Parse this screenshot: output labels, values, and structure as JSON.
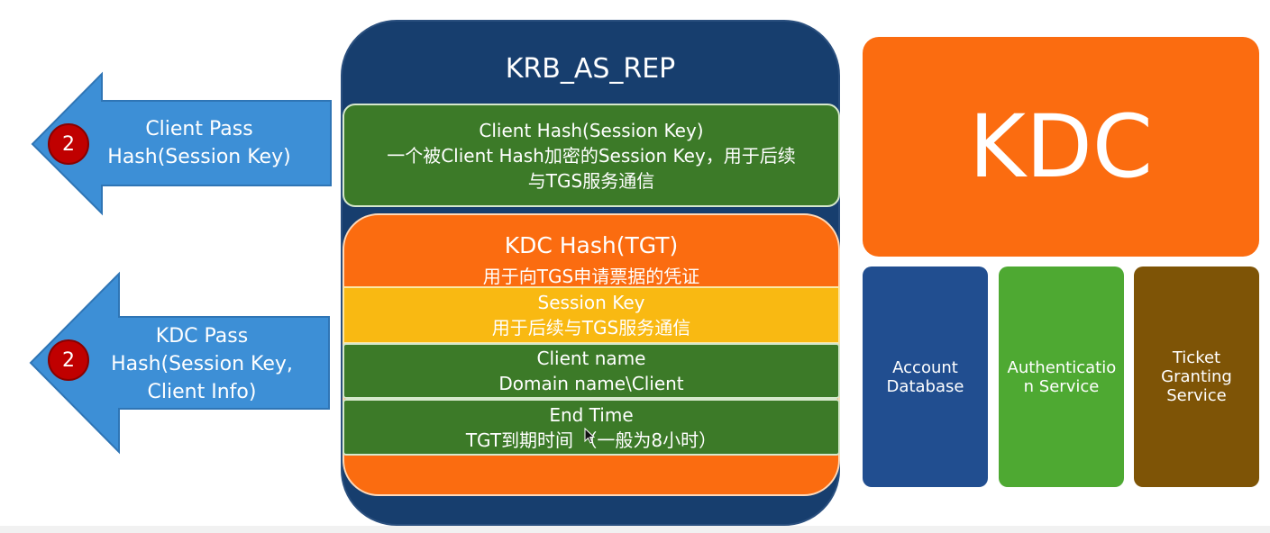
{
  "left_arrows": [
    {
      "badge": "2",
      "lines": [
        "Client Pass",
        "Hash(Session Key)"
      ]
    },
    {
      "badge": "2",
      "lines": [
        "KDC Pass",
        "Hash(Session Key,",
        "Client Info)"
      ]
    }
  ],
  "message": {
    "title": "KRB_AS_REP",
    "client_hash": {
      "lines": [
        "Client Hash(Session Key)",
        "一个被Client Hash加密的Session Key，用于后续",
        "与TGS服务通信"
      ]
    },
    "tgt": {
      "title": "KDC Hash(TGT)",
      "subtitle": "用于向TGS申请票据的凭证",
      "session_key": {
        "lines": [
          "Session Key",
          "用于后续与TGS服务通信"
        ]
      },
      "client_name": {
        "lines": [
          "Client name",
          "Domain name\\Client"
        ]
      },
      "end_time": {
        "lines": [
          "End Time",
          "TGT到期时间 （一般为8小时）"
        ]
      }
    }
  },
  "kdc": {
    "title": "KDC",
    "components": [
      {
        "label": "Account Database",
        "color": "#214e90"
      },
      {
        "label": "Authenticatio n Service",
        "color": "#4ea932"
      },
      {
        "label": "Ticket Granting Service",
        "color": "#7e5406"
      }
    ]
  },
  "colors": {
    "arrow_blue": "#3d8fd6",
    "container_navy": "#173e6e",
    "green": "#3c7a28",
    "orange": "#fb6c10",
    "yellow": "#f9b912",
    "badge_red": "#c00000"
  }
}
